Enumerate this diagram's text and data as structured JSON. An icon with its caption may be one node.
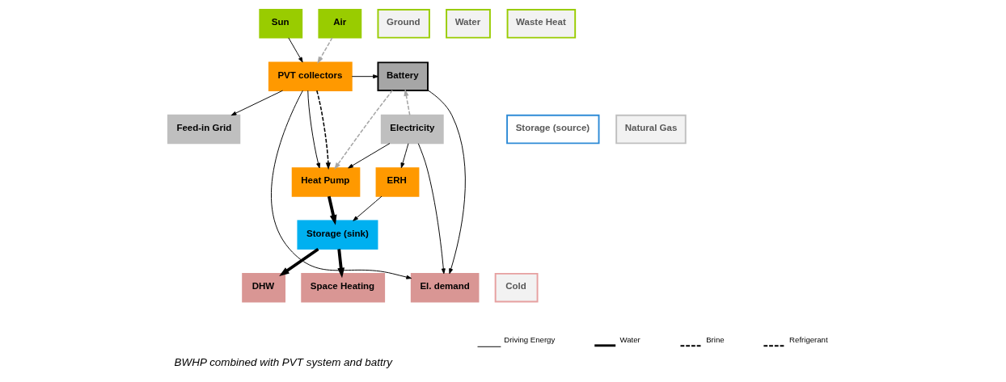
{
  "diagram": {
    "caption": "BWHP combined with PVT system and battry",
    "nodes": [
      {
        "text": [
          "Sun"
        ]
      },
      {
        "text": [
          "Ground"
        ]
      },
      {
        "text": [
          "Air"
        ]
      },
      {
        "text": [
          "Water"
        ]
      },
      {
        "text": [
          "Waste Heat"
        ]
      },
      {
        "text": [
          "PVT collectors"
        ]
      },
      {
        "text": [
          "Battery"
        ]
      },
      {
        "text": [
          "Feed-in Grid"
        ]
      },
      {
        "text": [
          "Storage (source)"
        ]
      },
      {
        "text": [
          "Electricity"
        ]
      },
      {
        "text": [
          "Heat Pump"
        ]
      },
      {
        "text": [
          "Natural Gas"
        ]
      },
      {
        "text": [
          "ERH"
        ]
      },
      {
        "text": [
          "Storage (sink)"
        ]
      },
      {
        "text": [
          "El. demand"
        ]
      },
      {
        "text": [
          "Space Heating"
        ]
      },
      {
        "text": [
          "DHW"
        ]
      },
      {
        "text": [
          "Cold"
        ]
      }
    ],
    "edges": [
      {
        "from": 0,
        "to": 5,
        "arrow": "to"
      },
      {
        "from": 2,
        "to": 5,
        "arrow": "to",
        "style": "dashed",
        "color": "#a6a6a6"
      },
      {
        "from": 5,
        "to": 6,
        "arrow": "to"
      },
      {
        "from": 5,
        "to": 14,
        "arrow": "to"
      },
      {
        "from": 5,
        "to": 10,
        "arrow": "to"
      },
      {
        "from": 5,
        "to": 7,
        "arrow": "to"
      },
      {
        "from": 5,
        "to": 10,
        "arrow": "to",
        "style": "dashed"
      },
      {
        "from": 6,
        "to": 14,
        "arrow": "to"
      },
      {
        "from": 6,
        "to": 10,
        "arrow": "to",
        "style": "dashed",
        "color": "#a6a6a6"
      },
      {
        "from": 9,
        "to": 6,
        "arrow": "to",
        "style": "dashed",
        "color": "#a6a6a6"
      },
      {
        "from": 9,
        "to": 14,
        "arrow": "to"
      },
      {
        "from": 9,
        "to": 10,
        "arrow": "to"
      },
      {
        "from": 9,
        "to": 12,
        "arrow": "to"
      },
      {
        "from": 10,
        "to": 13,
        "arrow": "to",
        "style": "thick"
      },
      {
        "from": 12,
        "to": 13,
        "arrow": "to"
      },
      {
        "from": 13,
        "to": 15,
        "arrow": "to",
        "style": "thick"
      },
      {
        "from": 13,
        "to": 16,
        "arrow": "to",
        "style": "thick"
      }
    ],
    "legend": [
      {
        "text": "Driving Energy"
      },
      {
        "text": "Water"
      },
      {
        "text": "Brine"
      },
      {
        "text": "Refrigerant"
      }
    ]
  }
}
